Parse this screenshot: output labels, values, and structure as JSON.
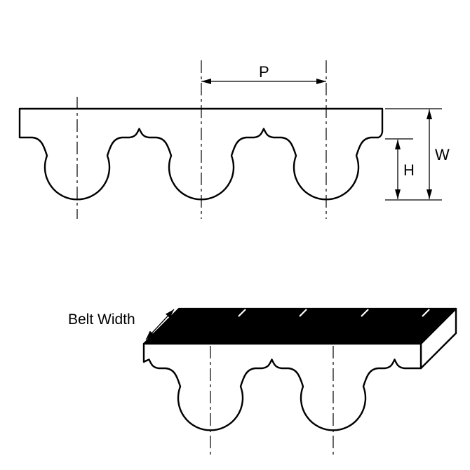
{
  "diagram": {
    "labels": {
      "pitch": "P",
      "overall_height": "W",
      "tooth_height": "H",
      "belt_width": "Belt Width"
    },
    "colors": {
      "outline": "#000000",
      "top_face": "#000000",
      "background": "#ffffff"
    }
  }
}
